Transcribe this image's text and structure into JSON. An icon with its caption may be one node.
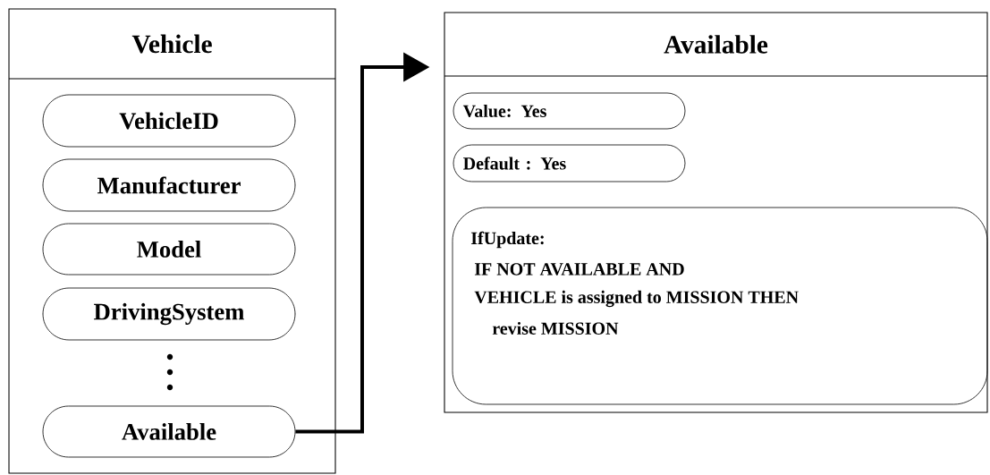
{
  "diagram": {
    "nodes": [
      {
        "text": [
          "Vehicle"
        ]
      },
      {
        "text": [
          "VehicleID"
        ],
        "in": 0
      },
      {
        "text": [
          "Manufacturer"
        ],
        "in": 0
      },
      {
        "text": [
          "Model"
        ],
        "in": 0
      },
      {
        "text": [
          "DrivingSystem"
        ],
        "in": 0
      },
      {
        "text": [
          "Available"
        ],
        "in": 0
      },
      {
        "text": [
          "Available"
        ]
      },
      {
        "text": [
          "Value:  Yes"
        ],
        "in": 6
      },
      {
        "text": [
          "Default : Yes"
        ],
        "in": 6
      },
      {
        "text": [
          "IfUpdate:",
          "IF NOT AVAILABLE AND",
          "VEHICLE is assigned to MISSION THEN",
          "revise MISSION"
        ],
        "in": 6
      }
    ],
    "edges": [
      {
        "from": 5,
        "to": 6,
        "arrow": "to"
      }
    ]
  }
}
